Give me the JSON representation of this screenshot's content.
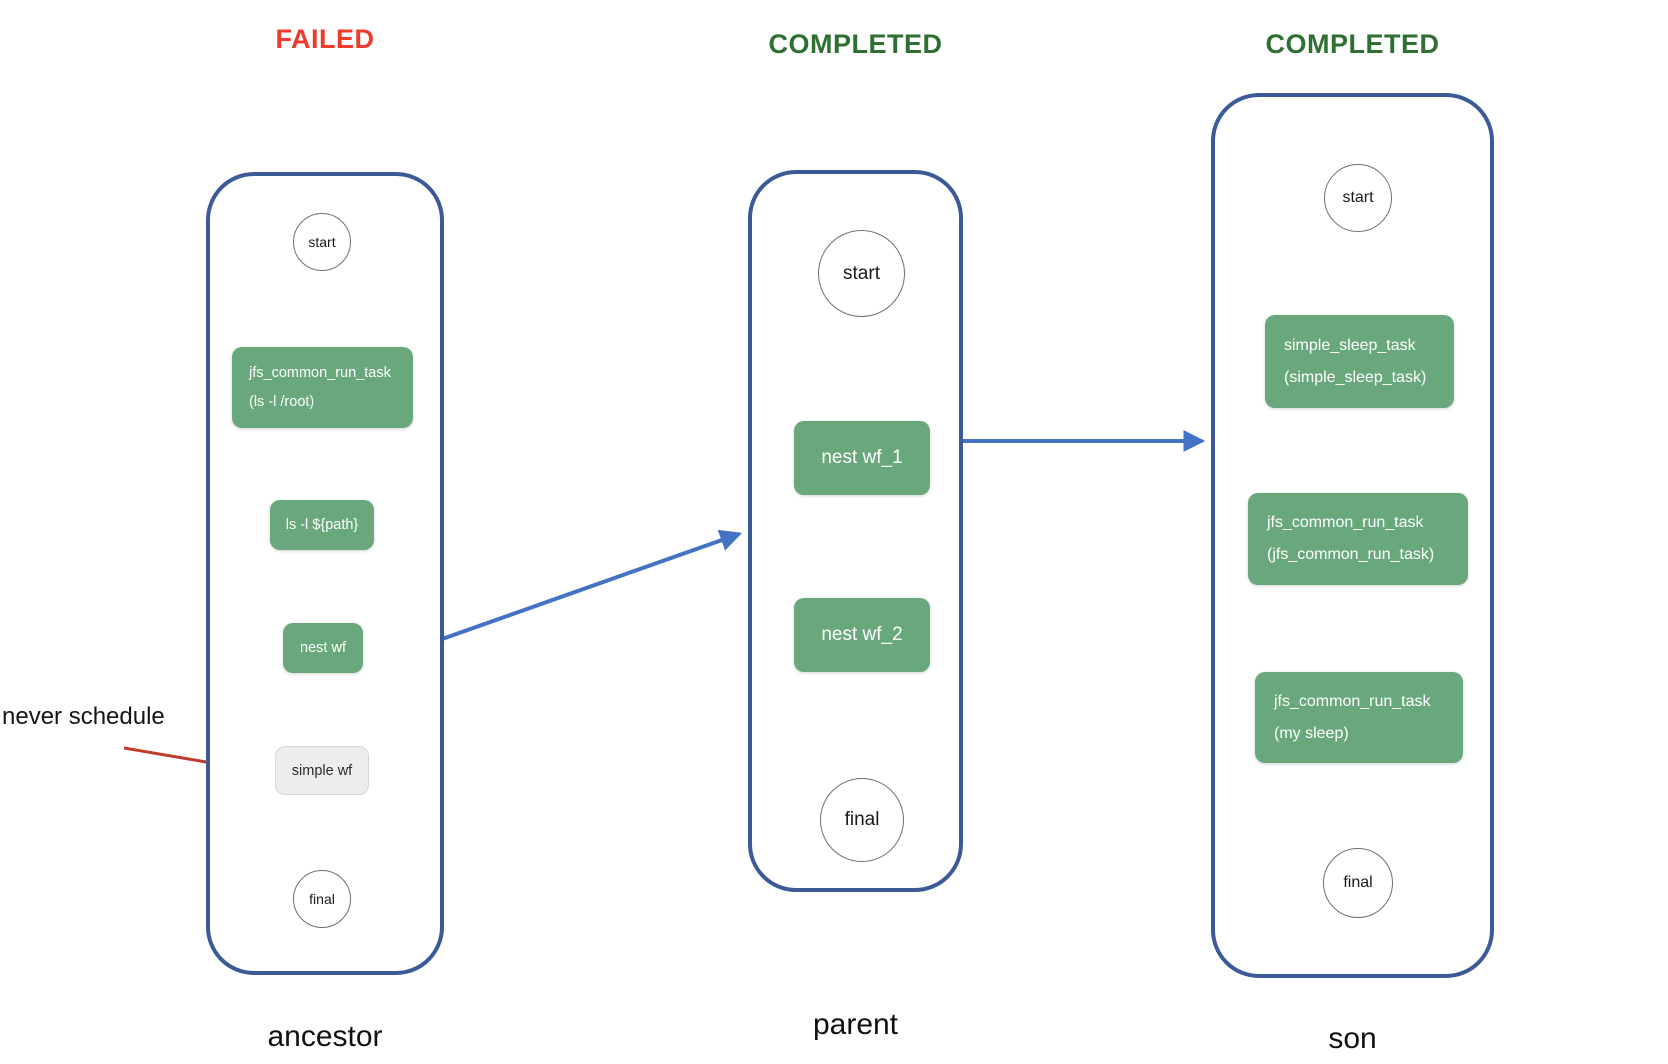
{
  "annotation": {
    "text": "never schedule"
  },
  "columns": [
    {
      "status": "FAILED",
      "caption": "ancestor",
      "nodes": {
        "start": "start",
        "task1": {
          "label": "jfs_common_run_task",
          "sublabel": "(ls -l /root)"
        },
        "task2": {
          "label": "ls -l ${path}"
        },
        "task3": {
          "label": "nest wf"
        },
        "task4": {
          "label": "simple wf"
        },
        "final": "final"
      }
    },
    {
      "status": "COMPLETED",
      "caption": "parent",
      "nodes": {
        "start": "start",
        "task1": {
          "label": "nest wf_1"
        },
        "task2": {
          "label": "nest wf_2"
        },
        "final": "final"
      }
    },
    {
      "status": "COMPLETED",
      "caption": "son",
      "nodes": {
        "start": "start",
        "task1": {
          "label": "simple_sleep_task",
          "sublabel": "(simple_sleep_task)"
        },
        "task2": {
          "label": "jfs_common_run_task",
          "sublabel": "(jfs_common_run_task)"
        },
        "task3": {
          "label": "jfs_common_run_task",
          "sublabel": "(my sleep)"
        },
        "final": "final"
      }
    }
  ],
  "colors": {
    "failed_text": "#f03a2e",
    "completed_text": "#2d7031",
    "node_green": "#69a87c",
    "node_disabled_bg": "#ededed",
    "container_border": "#3b5b98",
    "flow_arrow_blue": "#4472c4",
    "annotation_arrow_red": "#c23b2a",
    "edge_black": "#2d2d2d",
    "edge_dashed_gray": "#c9c9c9"
  }
}
